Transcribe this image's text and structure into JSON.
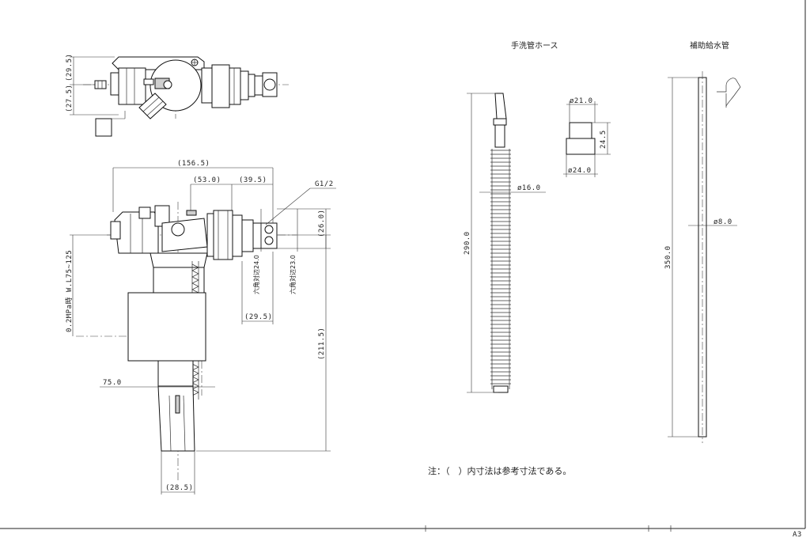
{
  "sheet": {
    "size_label": "A3"
  },
  "titles": {
    "hand_wash_hose": "手洗管ホース",
    "aux_supply_pipe": "補助給水管"
  },
  "note": "注：（　）内寸法は参考寸法である。",
  "thread_label": "G1/2",
  "dimensions": {
    "top_height_upper": "(29.5)",
    "top_height_lower": "(27.5)",
    "total_width": "(156.5)",
    "width_53": "(53.0)",
    "width_39_5": "(39.5)",
    "right_height_26": "(26.0)",
    "hex_24": "六角対辺24.0",
    "hex_23": "六角対辺23.0",
    "width_29_5": "(29.5)",
    "height_211_5": "(211.5)",
    "pressure_range": "0.2MPa時 W.L75~125",
    "float_offset_75": "75.0",
    "bottom_width_28_5": "(28.5)",
    "hose_dia_16": "ø16.0",
    "hose_length_290": "290.0",
    "adapter_dia_21": "ø21.0",
    "adapter_height_24_5": "24.5",
    "adapter_dia_24": "ø24.0",
    "pipe_dia_8": "ø8.0",
    "pipe_length_350": "350.0"
  }
}
